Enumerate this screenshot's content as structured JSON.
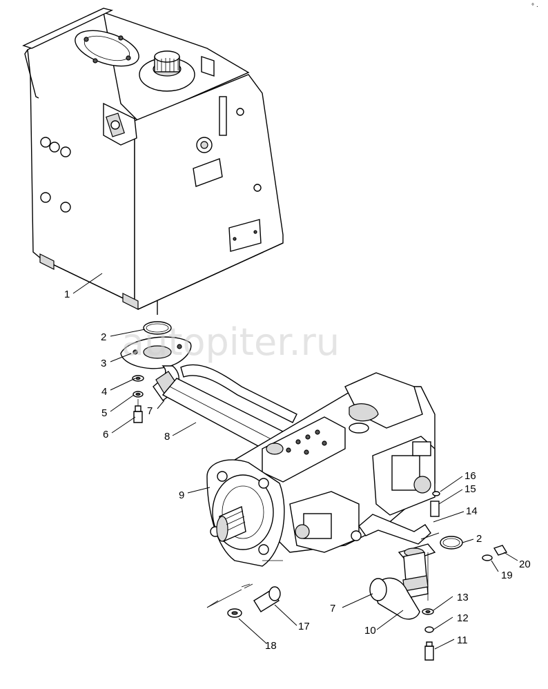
{
  "watermark": "autopiter.ru",
  "corner_mark": "° ·",
  "callouts": {
    "c1": "1",
    "c2a": "2",
    "c3": "3",
    "c4": "4",
    "c5": "5",
    "c6": "6",
    "c7a": "7",
    "c8": "8",
    "c9": "9",
    "c16": "16",
    "c15": "15",
    "c14": "14",
    "c2b": "2",
    "c20": "20",
    "c19": "19",
    "c13": "13",
    "c7b": "7",
    "c12": "12",
    "c10": "10",
    "c11": "11",
    "c17": "17",
    "c18": "18"
  }
}
